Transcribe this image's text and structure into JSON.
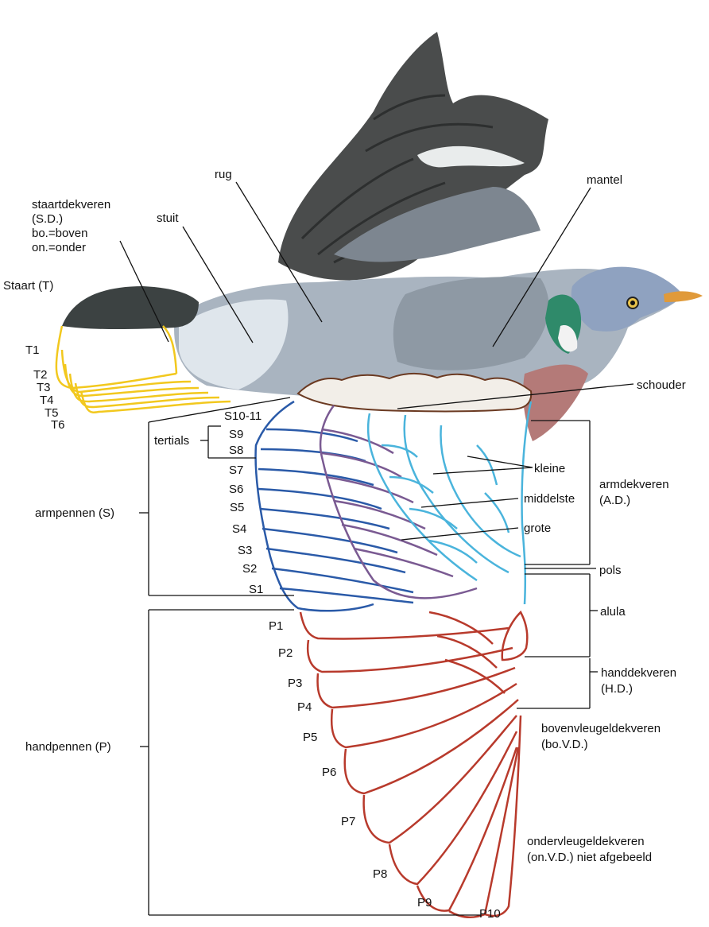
{
  "labels": {
    "staartdekveren_1": "staartdekveren",
    "staartdekveren_2": "(S.D.)",
    "staartdekveren_3": "bo.=boven",
    "staartdekveren_4": "on.=onder",
    "rug": "rug",
    "stuit": "stuit",
    "mantel": "mantel",
    "staart": "Staart (T)",
    "schouder": "schouder",
    "tertials": "tertials",
    "armpennen": "armpennen (S)",
    "kleine": "kleine",
    "middelste": "middelste",
    "grote": "grote",
    "armdekveren_1": "armdekveren",
    "armdekveren_2": "(A.D.)",
    "pols": "pols",
    "alula": "alula",
    "handdekveren_1": "handdekveren",
    "handdekveren_2": "(H.D.)",
    "bovenvleugeldekveren_1": "bovenvleugeldekveren",
    "bovenvleugeldekveren_2": "(bo.V.D.)",
    "handpennen": "handpennen (P)",
    "ondervleugeldekveren_1": "ondervleugeldekveren",
    "ondervleugeldekveren_2": "(on.V.D.) niet afgebeeld"
  },
  "tail_feathers": [
    "T1",
    "T2",
    "T3",
    "T4",
    "T5",
    "T6"
  ],
  "secondaries": [
    "S10-11",
    "S9",
    "S8",
    "S7",
    "S6",
    "S5",
    "S4",
    "S3",
    "S2",
    "S1"
  ],
  "primaries": [
    "P1",
    "P2",
    "P3",
    "P4",
    "P5",
    "P6",
    "P7",
    "P8",
    "P9",
    "P10"
  ],
  "colors": {
    "tail_outline": "#f2c81e",
    "secondaries_outline": "#2a5aa8",
    "greater_coverts_outline": "#7a5a92",
    "lesser_coverts_outline": "#4ab4dc",
    "primaries_outline": "#b83a2c",
    "scapular_outline": "#6b3a22",
    "body_grey": "#a9b4c0",
    "wing_dark": "#4a4c4c",
    "neck_green": "#2f8a6a",
    "chest_pink": "#b47a78",
    "leader_line": "#111111"
  }
}
